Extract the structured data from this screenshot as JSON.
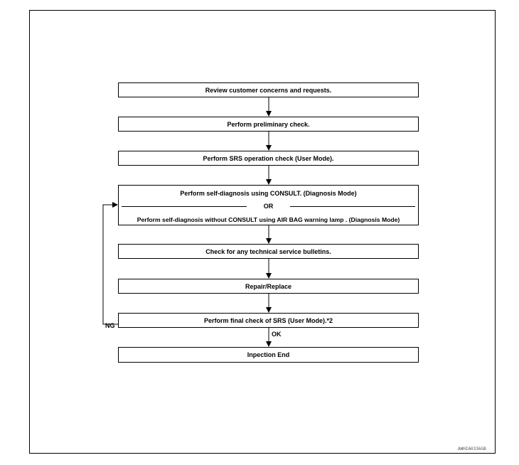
{
  "steps": {
    "review": "Review customer concerns and requests.",
    "preliminary": "Perform preliminary check.",
    "srs_operation": "Perform SRS operation check (User Mode).",
    "self_diag_consult": "Perform self-diagnosis using CONSULT. (Diagnosis Mode)",
    "or": "OR",
    "self_diag_lamp": "Perform self-diagnosis  without CONSULT using AIR BAG warning lamp . (Diagnosis Mode)",
    "bulletins": "Check for any technical service bulletins.",
    "repair": "Repair/Replace",
    "final_check": "Perform final check of SRS (User Mode).*2",
    "end": "Inpection End"
  },
  "labels": {
    "ng": "NG",
    "ok": "OK"
  },
  "figure_code": "AWHIA0336GB"
}
